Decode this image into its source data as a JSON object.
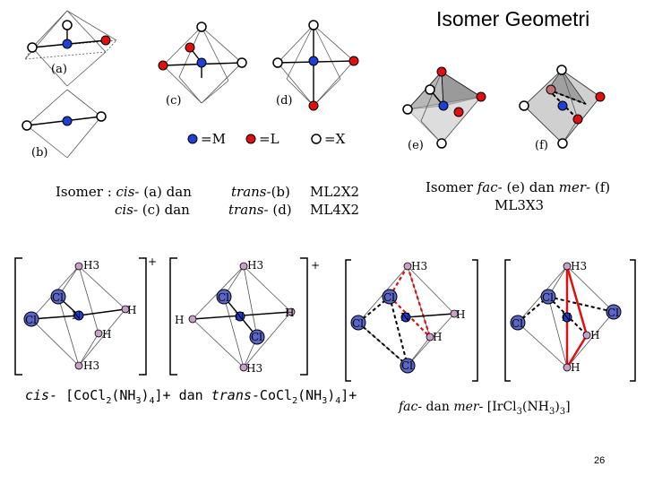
{
  "title": "Isomer Geometri",
  "labels": {
    "a": "(a)",
    "b": "(b)",
    "c": "(c)",
    "d": "(d)",
    "e": "(e)",
    "f": "(f)"
  },
  "legend": {
    "metal": "=M",
    "ligand_l": "=L",
    "ligand_x": "=X"
  },
  "captions": {
    "cis_line1_prefix": "Isomer : ",
    "cis_line1_it": "cis-",
    "cis_line1_rest": " (a) dan",
    "cis_line2_it": "cis-",
    "cis_line2_rest": " (c) dan",
    "trans_line1_it": "trans-",
    "trans_line1_rest": "(b)",
    "trans_line2_it": "trans-",
    "trans_line2_rest": " (d)",
    "ml2x2": "ML2X2",
    "ml4x2": "ML4X2",
    "fac_prefix": "Isomer ",
    "fac_it": "fac-",
    "fac_mid": " (e) dan ",
    "mer_it": "mer-",
    "mer_rest": " (f)",
    "ml3x3": "ML3X3"
  },
  "atom_labels": {
    "h3": "H3",
    "cl": "Cl",
    "n": "N",
    "h": "H",
    "plus": "+"
  },
  "formula_left": {
    "cis": "cis-",
    "part1": " [Co",
    "part2": "Cl",
    "sub2": "2",
    "part3": "(NH",
    "sub3": "3",
    "part4": ")",
    "sub4": "4",
    "part5": "]+ dan ",
    "trans": "trans",
    "part6": "-Co",
    "part7": "Cl",
    "sub7": "2",
    "part8": "(NH",
    "sub8": "3",
    "part9": ")",
    "sub9": "4",
    "part10": "]+"
  },
  "formula_right": {
    "fac": "fac-",
    "dan": " dan ",
    "mer": "mer-",
    "rest": " [IrCl",
    "sub1": "3",
    "rest2": "(NH",
    "sub2": "3",
    "rest3": ")",
    "sub3": "3",
    "rest4": "]"
  },
  "page_number": "26",
  "colors": {
    "metal": "#1f3fd6",
    "ligand_l": "#ffffff",
    "ligand_x": "#e01010",
    "cl_fill": "#5a66c8",
    "n_fill": "#c8a0c8",
    "fac_face": "#b0b0b0"
  }
}
